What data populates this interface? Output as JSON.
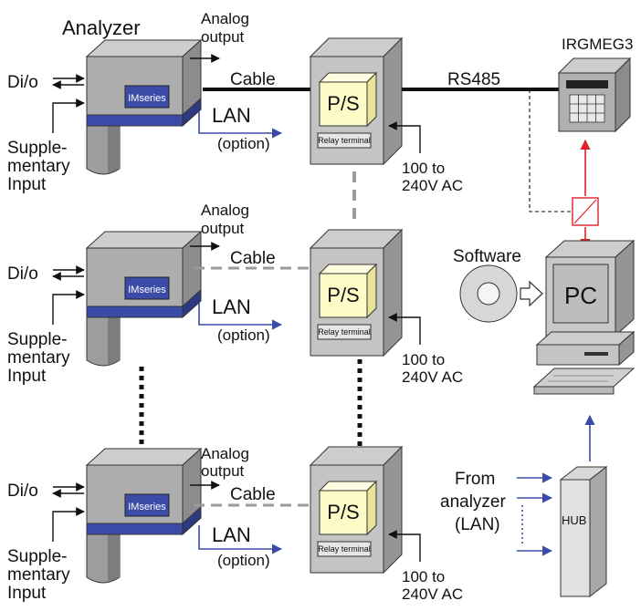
{
  "title": "Analyzer",
  "analyzer": {
    "badge": "IMseries",
    "dio": "Di/o",
    "analog_output": [
      "Analog",
      "output"
    ],
    "supplementary": [
      "Supple-",
      "mentary",
      "Input"
    ],
    "lan": "LAN",
    "lan_option": "(option)",
    "cable": "Cable"
  },
  "power_supply": {
    "label": "P/S",
    "relay": "Relay terminal",
    "ac": [
      "100 to",
      "240V AC"
    ]
  },
  "rs485": "RS485",
  "irgmeg3": "IRGMEG3",
  "software": "Software",
  "pc": "PC",
  "hub": "HUB",
  "from_analyzer": [
    "From",
    "analyzer",
    "(LAN)"
  ],
  "colors": {
    "box_top": "#c8c8c8",
    "box_front": "#ababab",
    "box_side": "#8a8a8a",
    "ps_yellow": "#fdfbc6",
    "badge_blue": "#3b4ba8",
    "lan_blue": "#3b4ba8",
    "red": "#e0202a"
  }
}
